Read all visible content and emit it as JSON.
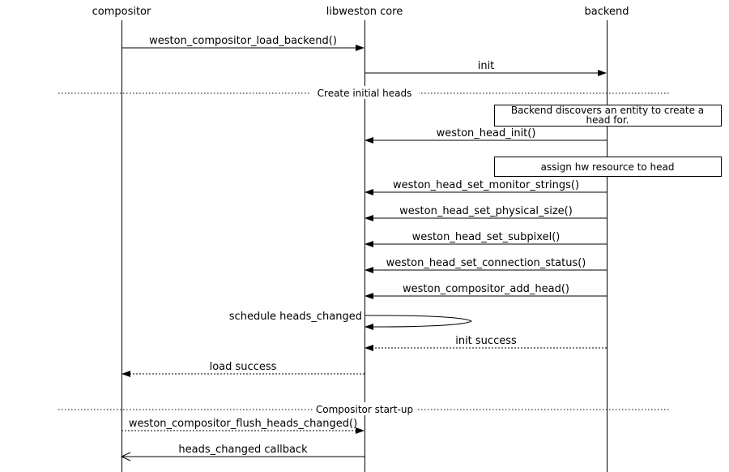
{
  "colors": {
    "background": "#ffffff",
    "line": "#000000",
    "text": "#000000"
  },
  "diagram": {
    "type": "sequence-diagram",
    "actors": [
      {
        "label": "compositor"
      },
      {
        "label": "libweston core"
      },
      {
        "label": "backend"
      }
    ],
    "messages": [
      {
        "label": "weston_compositor_load_backend()",
        "from": "compositor",
        "to": "libweston core",
        "line": "solid",
        "head": "filled"
      },
      {
        "label": "init",
        "from": "libweston core",
        "to": "backend",
        "line": "solid",
        "head": "filled"
      },
      {
        "label": "weston_head_init()",
        "from": "backend",
        "to": "libweston core",
        "line": "solid",
        "head": "filled"
      },
      {
        "label": "weston_head_set_monitor_strings()",
        "from": "backend",
        "to": "libweston core",
        "line": "solid",
        "head": "filled"
      },
      {
        "label": "weston_head_set_physical_size()",
        "from": "backend",
        "to": "libweston core",
        "line": "solid",
        "head": "filled"
      },
      {
        "label": "weston_head_set_subpixel()",
        "from": "backend",
        "to": "libweston core",
        "line": "solid",
        "head": "filled"
      },
      {
        "label": "weston_head_set_connection_status()",
        "from": "backend",
        "to": "libweston core",
        "line": "solid",
        "head": "filled"
      },
      {
        "label": "weston_compositor_add_head()",
        "from": "backend",
        "to": "libweston core",
        "line": "solid",
        "head": "filled"
      },
      {
        "label": "schedule heads_changed",
        "from": "libweston core",
        "to": "libweston core",
        "line": "solid",
        "head": "filled",
        "self": true
      },
      {
        "label": "init success",
        "from": "backend",
        "to": "libweston core",
        "line": "dotted",
        "head": "filled"
      },
      {
        "label": "load success",
        "from": "libweston core",
        "to": "compositor",
        "line": "dotted",
        "head": "filled"
      },
      {
        "label": "weston_compositor_flush_heads_changed()",
        "from": "compositor",
        "to": "libweston core",
        "line": "dotted",
        "head": "filled"
      },
      {
        "label": "heads_changed callback",
        "from": "libweston core",
        "to": "compositor",
        "line": "solid",
        "head": "open"
      }
    ],
    "dividers": [
      {
        "label": "Create initial heads"
      },
      {
        "label": "Compositor start-up"
      }
    ],
    "notes": [
      {
        "on": "backend",
        "lines": [
          "Backend discovers an entity to create a",
          "head for."
        ]
      },
      {
        "on": "backend",
        "lines": [
          "assign hw resource to head"
        ]
      }
    ]
  }
}
